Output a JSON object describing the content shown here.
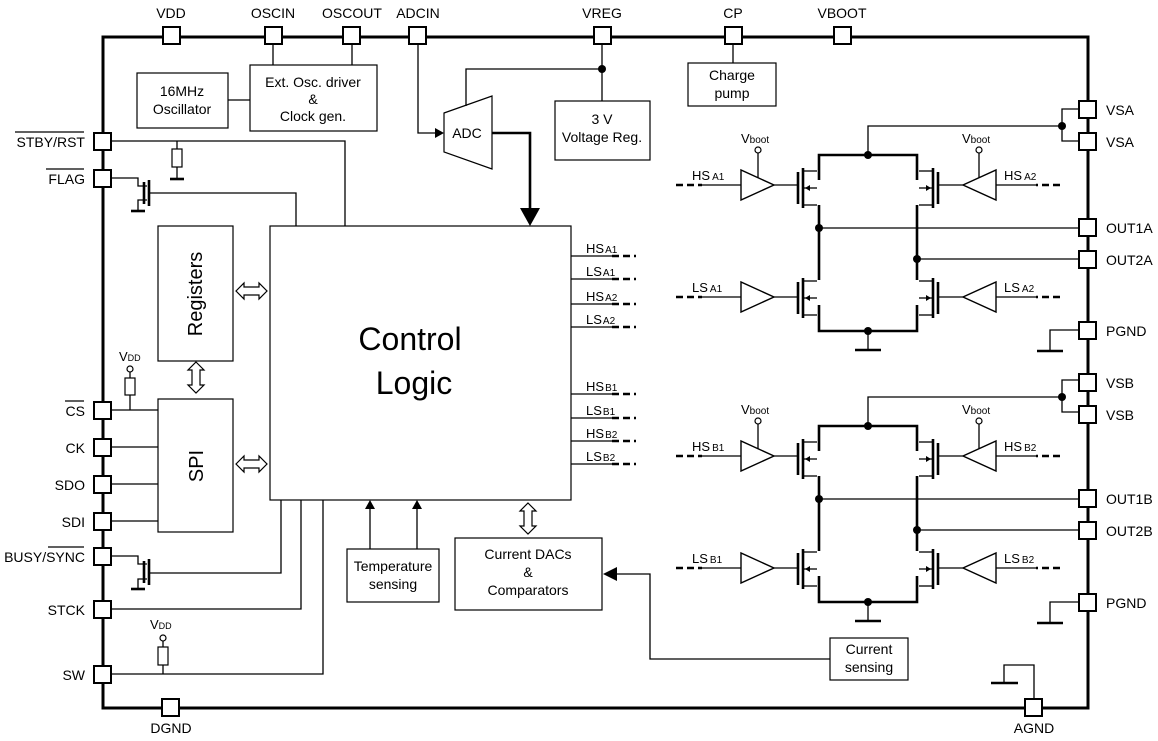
{
  "pins": {
    "top": [
      "VDD",
      "OSCIN",
      "OSCOUT",
      "ADCIN",
      "VREG",
      "CP",
      "VBOOT"
    ],
    "left": [
      "STBY/RST",
      "FLAG",
      "CS",
      "CK",
      "SDO",
      "SDI",
      "BUSY/SYNC",
      "STCK",
      "SW"
    ],
    "right": [
      "VSA",
      "VSA",
      "OUT1A",
      "OUT2A",
      "PGND",
      "VSB",
      "VSB",
      "OUT1B",
      "OUT2B",
      "PGND"
    ],
    "bottom": [
      "DGND",
      "AGND"
    ]
  },
  "blocks": {
    "oscillator": [
      "16MHz",
      "Oscillator"
    ],
    "osc_driver": [
      "Ext. Osc. driver",
      "&",
      "Clock gen."
    ],
    "adc": "ADC",
    "voltage_reg": [
      "3 V",
      "Voltage Reg."
    ],
    "charge_pump": [
      "Charge",
      "pump"
    ],
    "registers": "Registers",
    "spi": "SPI",
    "control_logic": [
      "Control",
      "Logic"
    ],
    "temperature": [
      "Temperature",
      "sensing"
    ],
    "current_dacs": [
      "Current DACs",
      "&",
      "Comparators"
    ],
    "current_sensing": [
      "Current",
      "sensing"
    ]
  },
  "gate_signals": [
    {
      "main": "HS",
      "sub": "A1"
    },
    {
      "main": "LS",
      "sub": "A1"
    },
    {
      "main": "HS",
      "sub": "A2"
    },
    {
      "main": "LS",
      "sub": "A2"
    },
    {
      "main": "HS",
      "sub": "B1"
    },
    {
      "main": "LS",
      "sub": "B1"
    },
    {
      "main": "HS",
      "sub": "B2"
    },
    {
      "main": "LS",
      "sub": "B2"
    }
  ],
  "supply_labels": {
    "vdd_main": "V",
    "vdd_sub": "DD",
    "vboot_main": "V",
    "vboot_sub": "boot"
  }
}
